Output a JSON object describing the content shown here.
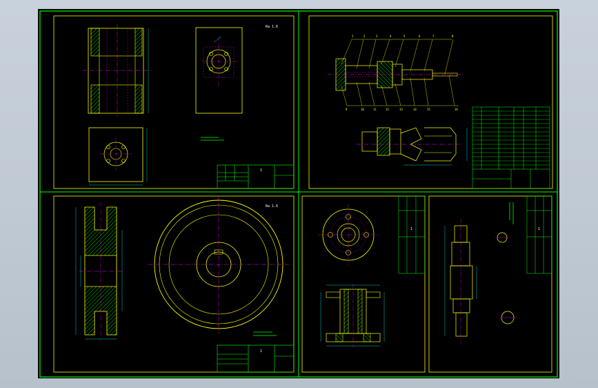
{
  "colors": {
    "background": "#000000",
    "frame": "#00ff00",
    "outline": "#ffff00",
    "centerline": "#ff00ff",
    "hidden": "#ff00ff",
    "dimension": "#00ffff",
    "hatch": "#00ff00",
    "text": "#ffffff",
    "viewport": "#c0cad4"
  },
  "icons": {
    "gear_sheet": "gear-drawing",
    "assembly_sheet": "assembly-drawing",
    "wheel_sheet": "wheel-drawing",
    "flange_sheet": "flange-drawing",
    "shaft_sheet": "shaft-drawing"
  },
  "sheets": {
    "gear_part": {
      "roughness_note": "Ra 1.6",
      "balloon": "1"
    },
    "assembly": {
      "balloons_top": [
        "1",
        "2",
        "3",
        "4",
        "5",
        "6",
        "7",
        "8"
      ],
      "balloons_bottom": [
        "9",
        "10",
        "11",
        "12",
        "13",
        "14",
        "15",
        "16"
      ]
    },
    "wheel": {
      "roughness_note": "Ra 1.6",
      "balloon": "1"
    },
    "flange": {
      "balloon": "1"
    },
    "shaft": {
      "balloon": "1"
    }
  }
}
